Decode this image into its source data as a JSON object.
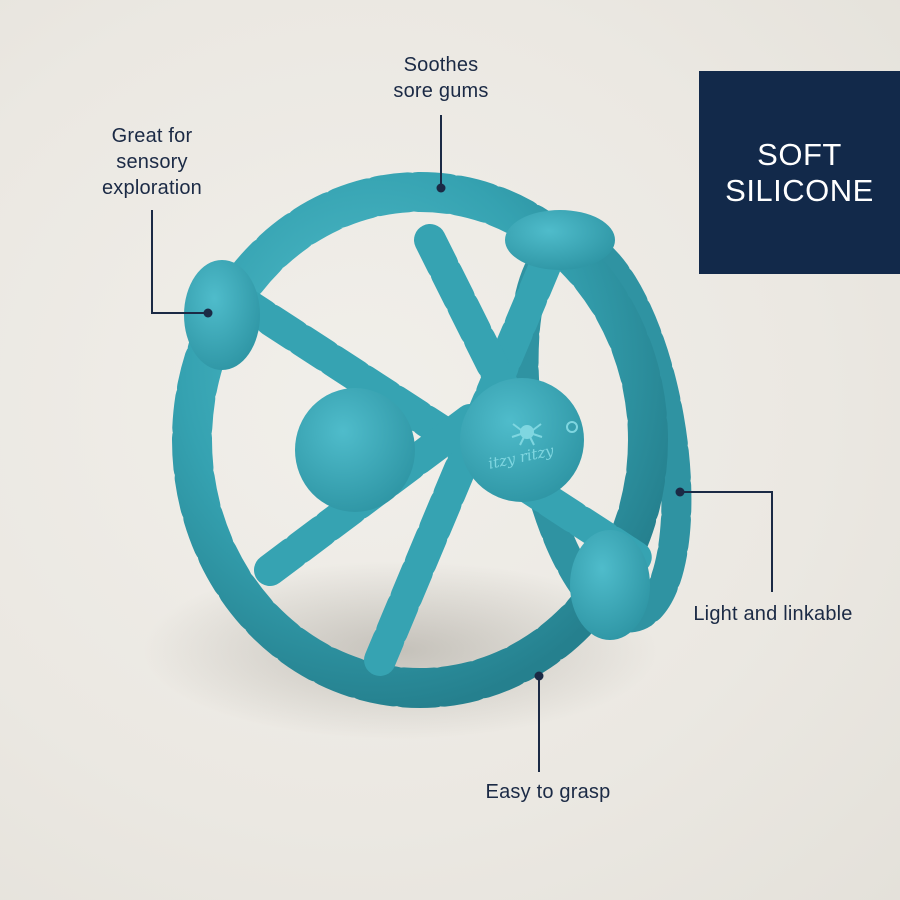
{
  "product": {
    "brand_mark": "itzy ritzy",
    "color": "#3aa6b5",
    "shadow_color": "#2b8592"
  },
  "badge": {
    "line1": "SOFT",
    "line2": "SILICONE",
    "background": "#12294a",
    "text_color": "#ffffff"
  },
  "callouts": [
    {
      "id": "sensory",
      "line1": "Great for",
      "line2": "sensory",
      "line3": "exploration"
    },
    {
      "id": "gums",
      "line1": "Soothes",
      "line2": "sore gums"
    },
    {
      "id": "linkable",
      "text": "Light and linkable"
    },
    {
      "id": "grasp",
      "text": "Easy to grasp"
    }
  ],
  "colors": {
    "background": "#ece9e3",
    "text": "#1b2a45",
    "line": "#1b2a45"
  }
}
